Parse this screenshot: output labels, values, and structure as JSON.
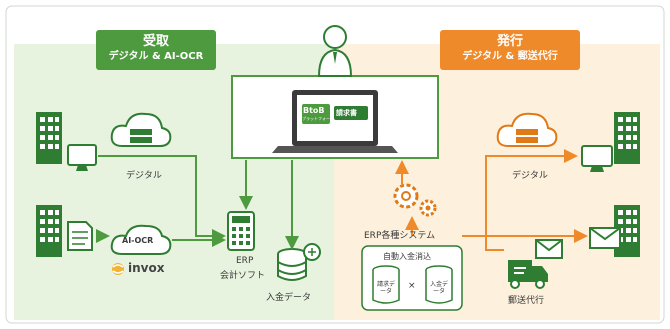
{
  "receive": {
    "title": "受取",
    "subtitle": "デジタル & AI-OCR"
  },
  "issue": {
    "title": "発行",
    "subtitle": "デジタル & 郵送代行"
  },
  "platform": {
    "logo_btob": "BtoB",
    "logo_sub": "プラットフォーム",
    "badge": "請求書"
  },
  "left": {
    "digital_label": "デジタル",
    "aiocr_label": "AI-OCR",
    "invox_label": "invox",
    "erp_label_1": "ERP",
    "erp_label_2": "会計ソフト",
    "deposit_label": "入金データ"
  },
  "right": {
    "erp_systems_label": "ERP各種システム",
    "auto_reconcile": "自動入金消込",
    "invoice_data": "請求データ",
    "times": "×",
    "deposit_data": "入金データ",
    "digital_label": "デジタル",
    "mail_label": "郵送代行"
  },
  "colors": {
    "green": "#4e9a3e",
    "green_dark": "#2e7d32",
    "green_bg": "#e8f3df",
    "orange": "#ef8a2a",
    "orange_bg": "#fdf0dc"
  }
}
